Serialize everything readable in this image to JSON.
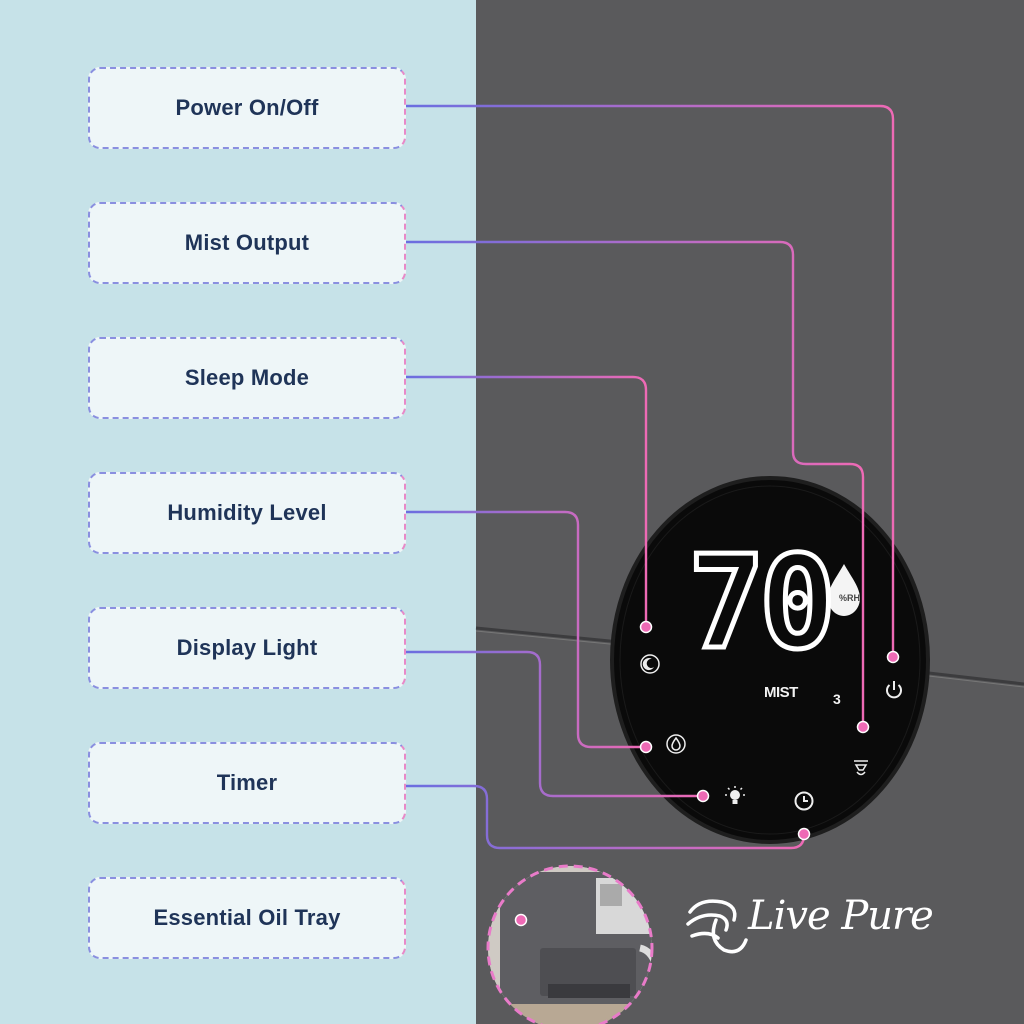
{
  "labels": [
    {
      "id": "power",
      "text": "Power On/Off"
    },
    {
      "id": "mist",
      "text": "Mist Output"
    },
    {
      "id": "sleep",
      "text": "Sleep Mode"
    },
    {
      "id": "humidity",
      "text": "Humidity Level"
    },
    {
      "id": "display",
      "text": "Display Light"
    },
    {
      "id": "timer",
      "text": "Timer"
    },
    {
      "id": "oil",
      "text": "Essential Oil Tray"
    }
  ],
  "display": {
    "reading": "70",
    "unit": "%RH",
    "mode": "MIST",
    "level": "3"
  },
  "icons": {
    "sleep": "moon-icon",
    "humidity": "droplet-icon",
    "display": "bulb-icon",
    "timer": "clock-icon",
    "mist": "mist-icon",
    "power": "power-icon"
  },
  "brand": {
    "name": "Live Pure"
  },
  "colors": {
    "background_left": "#c6e2e8",
    "background_right": "#5a5a5c",
    "label_text": "#1f3458",
    "line_start": "#6a6ee0",
    "line_end": "#ee6ab5",
    "panel": "#0a0a0a"
  }
}
